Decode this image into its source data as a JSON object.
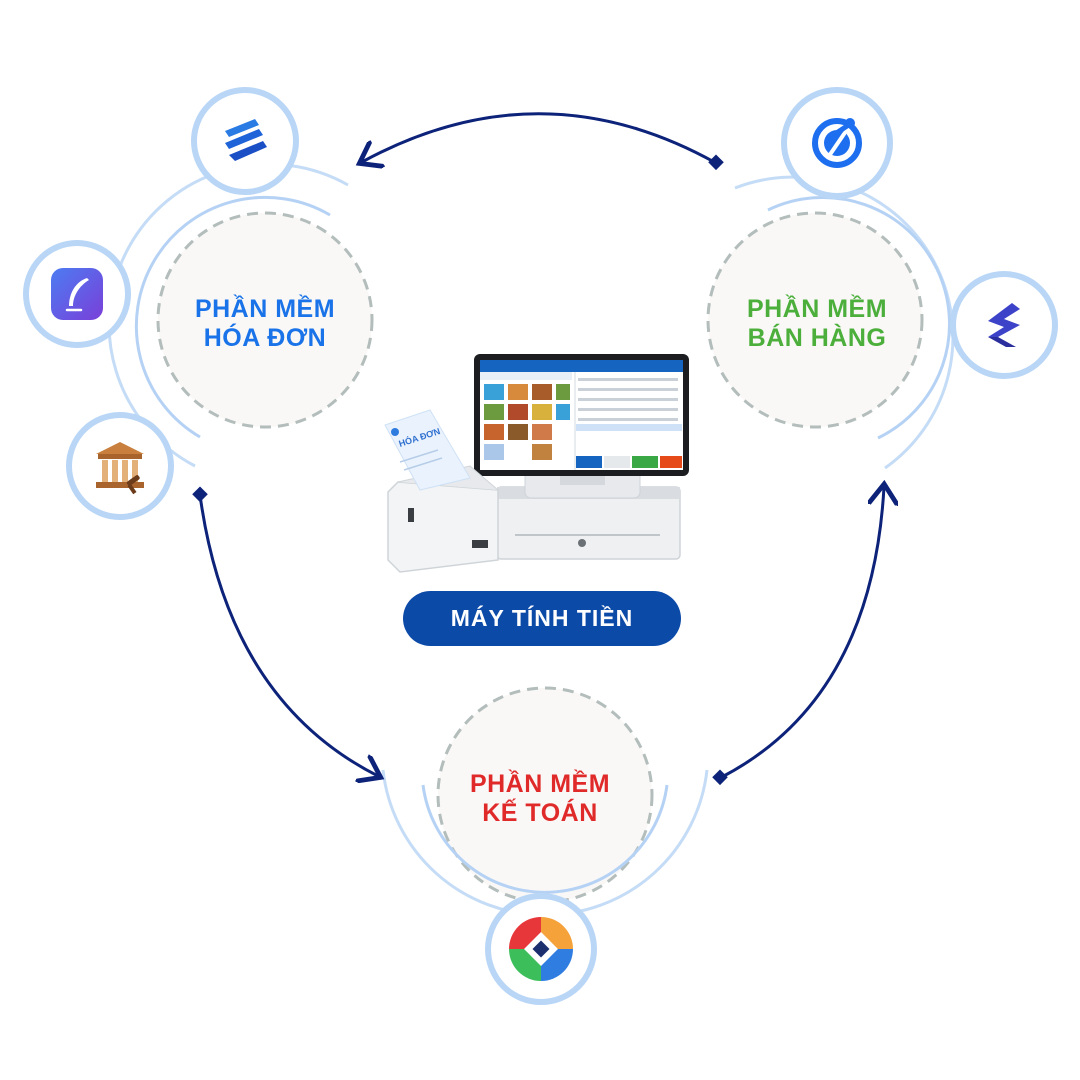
{
  "nodes": {
    "invoice": {
      "line1": "PHẦN MỀM",
      "line2": "HÓA ĐƠN",
      "color": "#1a73e8"
    },
    "sales": {
      "line1": "PHẦN MỀM",
      "line2": "BÁN HÀNG",
      "color": "#4caf3c"
    },
    "accounting": {
      "line1": "PHẦN MỀM",
      "line2": "KẾ TOÁN",
      "color": "#e02a2a"
    }
  },
  "center_button": {
    "label": "MÁY TÍNH TIỀN"
  },
  "receipt": {
    "title": "HÓA ĐƠN"
  },
  "colors": {
    "arrow": "#0d237a",
    "ring": "#b9d6f6",
    "dash": "#b3bdbb",
    "button": "#0c4aa8"
  },
  "icons": [
    "wave-app-icon",
    "quill-app-icon",
    "courthouse-icon",
    "restaurant-app-icon",
    "s-logo-icon",
    "accounting-logo-icon"
  ]
}
